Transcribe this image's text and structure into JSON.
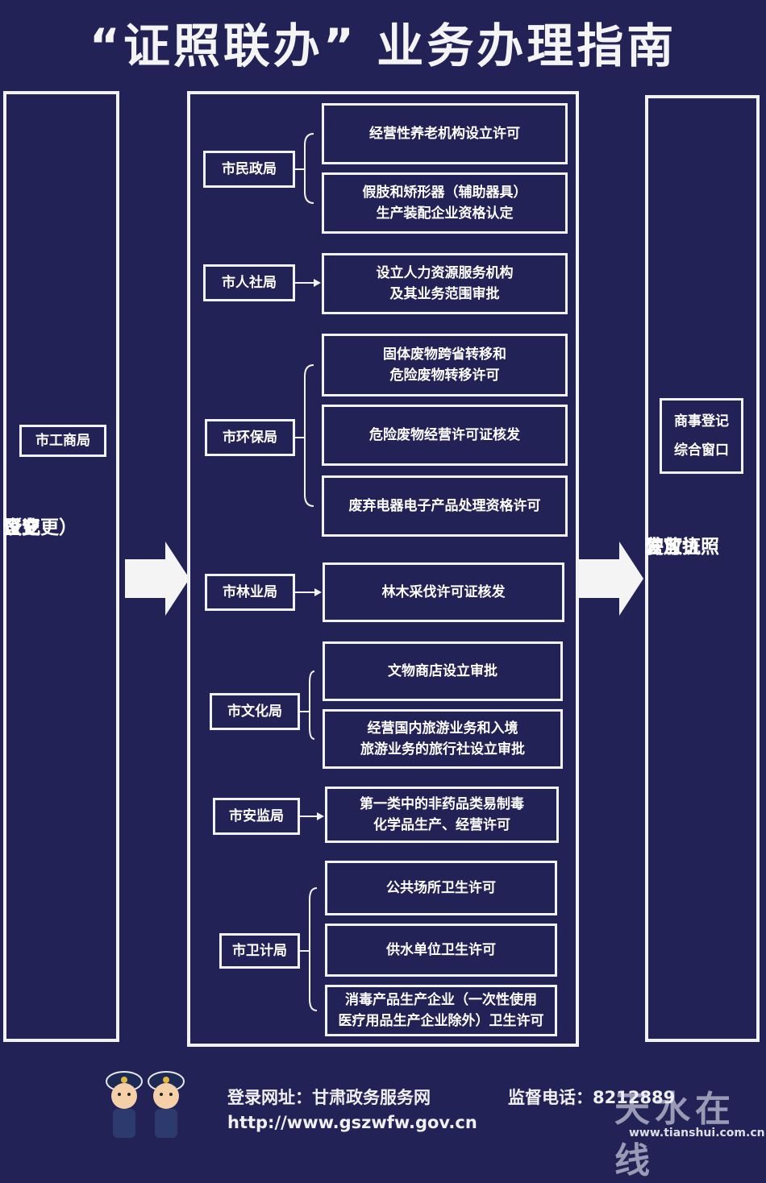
{
  "title": "“证照联办” 业务办理指南",
  "left": {
    "agency": "市工商局",
    "lines": [
      "企业",
      "设立",
      "（变更）",
      "登记"
    ]
  },
  "right": {
    "agency_lines": [
      "商事登记",
      "综合窗口"
    ],
    "lines": [
      "发放",
      "营业执照",
      "许可证"
    ]
  },
  "groups": [
    {
      "agency": "市民政局",
      "permits": [
        "经营性养老机构设立许可",
        "假肢和矫形器（辅助器具）\n生产装配企业资格认定"
      ]
    },
    {
      "agency": "市人社局",
      "permits": [
        "设立人力资源服务机构\n及其业务范围审批"
      ]
    },
    {
      "agency": "市环保局",
      "permits": [
        "固体废物跨省转移和\n危险废物转移许可",
        "危险废物经营许可证核发",
        "废弃电器电子产品处理资格许可"
      ]
    },
    {
      "agency": "市林业局",
      "permits": [
        "林木采伐许可证核发"
      ]
    },
    {
      "agency": "市文化局",
      "permits": [
        "文物商店设立审批",
        "经营国内旅游业务和入境\n旅游业务的旅行社设立审批"
      ]
    },
    {
      "agency": "市安监局",
      "permits": [
        "第一类中的非药品类易制毒\n化学品生产、经营许可"
      ]
    },
    {
      "agency": "市卫计局",
      "permits": [
        "公共场所卫生许可",
        "供水单位卫生许可",
        "消毒产品生产企业（一次性使用\n医疗用品生产企业除外）卫生许可"
      ]
    }
  ],
  "footer": {
    "login_label": "登录网址：甘肃政务服务网",
    "phone_label": "监督电话：8212889",
    "url": "http://www.gszwfw.gov.cn"
  },
  "watermark": {
    "brand": "天水在线",
    "url": "www.tianshui.com.cn"
  }
}
